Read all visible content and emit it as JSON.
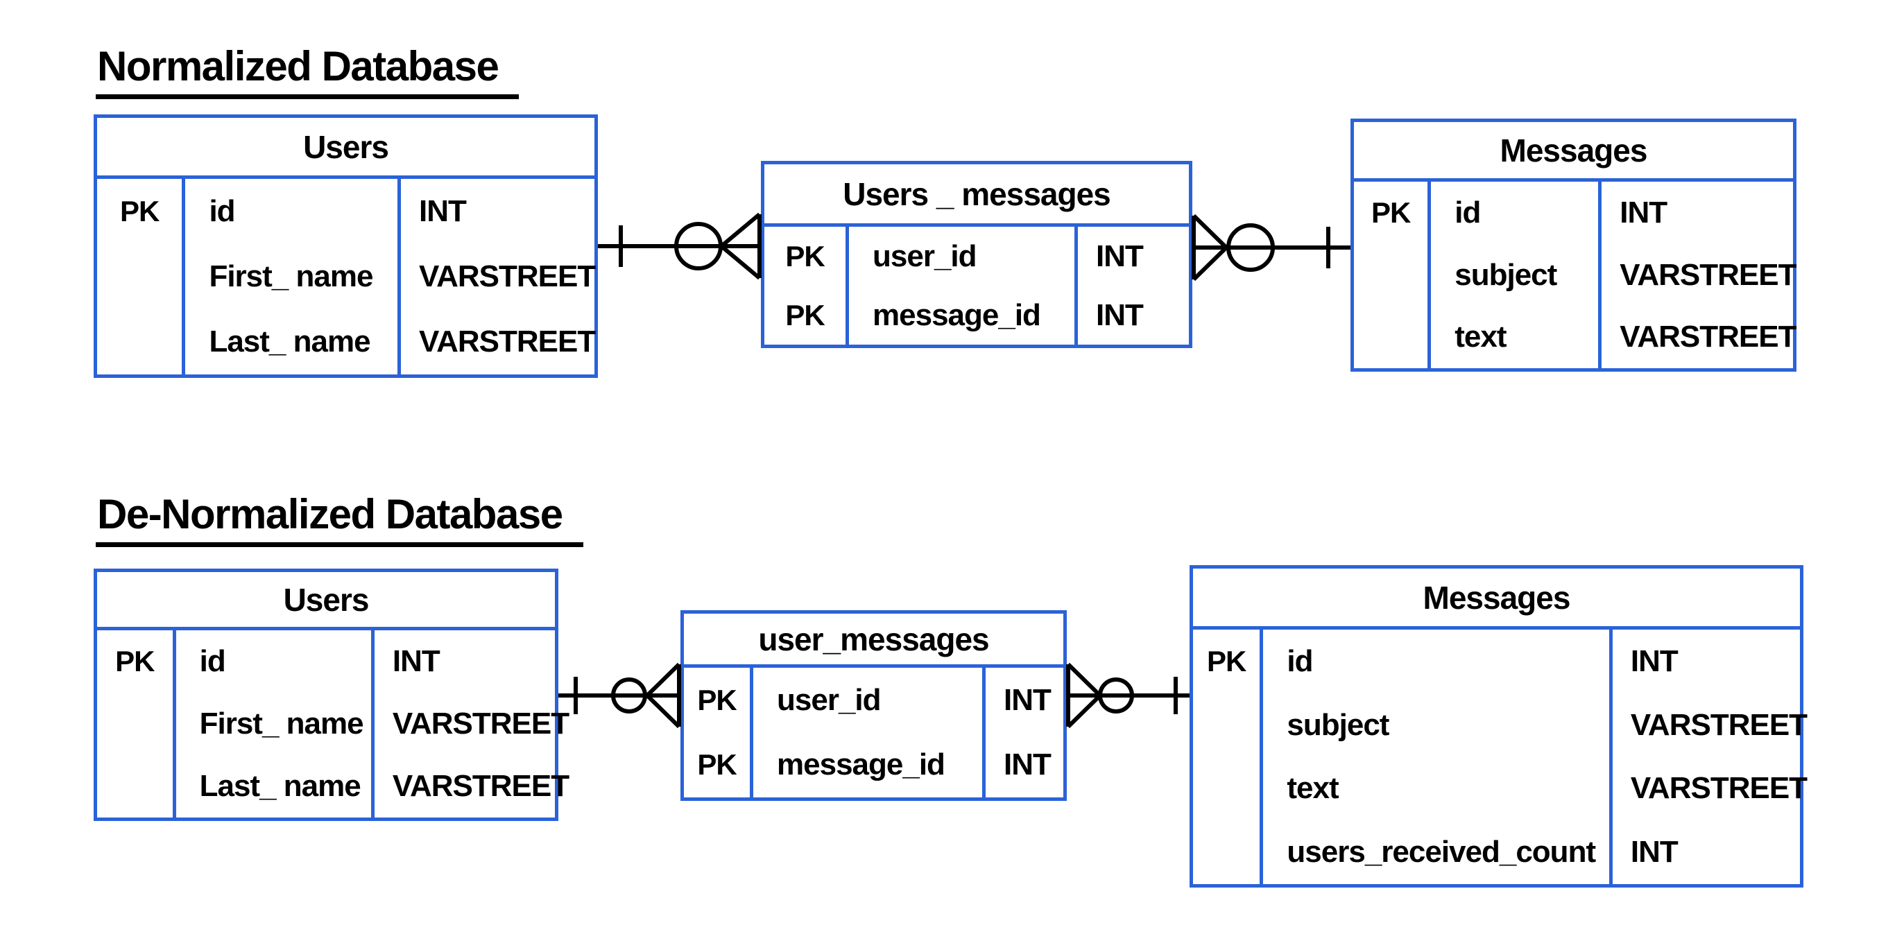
{
  "colors": {
    "table_border": "#2b62d8",
    "connector_line": "#000000",
    "text": "#000000",
    "background": "#ffffff"
  },
  "sections": [
    {
      "title": "Normalized Database"
    },
    {
      "title": "De-Normalized Database"
    }
  ],
  "tables": [
    {
      "title": "Users",
      "rows": [
        {
          "key": "PK",
          "name": "id",
          "type": "INT"
        },
        {
          "key": "",
          "name": "First_ name",
          "type": "VARSTREET"
        },
        {
          "key": "",
          "name": "Last_ name",
          "type": "VARSTREET"
        }
      ]
    },
    {
      "title": "Users _ messages",
      "rows": [
        {
          "key": "PK",
          "name": "user_id",
          "type": "INT"
        },
        {
          "key": "PK",
          "name": "message_id",
          "type": "INT"
        }
      ]
    },
    {
      "title": "Messages",
      "rows": [
        {
          "key": "PK",
          "name": "id",
          "type": "INT"
        },
        {
          "key": "",
          "name": "subject",
          "type": "VARSTREET"
        },
        {
          "key": "",
          "name": "text",
          "type": "VARSTREET"
        }
      ]
    },
    {
      "title": "Users",
      "rows": [
        {
          "key": "PK",
          "name": "id",
          "type": "INT"
        },
        {
          "key": "",
          "name": "First_ name",
          "type": "VARSTREET"
        },
        {
          "key": "",
          "name": "Last_ name",
          "type": "VARSTREET"
        }
      ]
    },
    {
      "title": "user_messages",
      "rows": [
        {
          "key": "PK",
          "name": "user_id",
          "type": "INT"
        },
        {
          "key": "PK",
          "name": "message_id",
          "type": "INT"
        }
      ]
    },
    {
      "title": "Messages",
      "rows": [
        {
          "key": "PK",
          "name": "id",
          "type": "INT"
        },
        {
          "key": "",
          "name": "subject",
          "type": "VARSTREET"
        },
        {
          "key": "",
          "name": "text",
          "type": "VARSTREET"
        },
        {
          "key": "",
          "name": "users_received_count",
          "type": "INT"
        }
      ]
    }
  ],
  "connectors": [
    {
      "from": "Users",
      "to": "Users _ messages",
      "from_symbol": "one-tick",
      "middle_symbol": "zero-circle",
      "to_symbol": "crow-foot-many"
    },
    {
      "from": "Users _ messages",
      "to": "Messages",
      "from_symbol": "crow-foot-many",
      "middle_symbol": "zero-circle",
      "to_symbol": "one-tick"
    },
    {
      "from": "Users",
      "to": "user_messages",
      "from_symbol": "one-tick",
      "middle_symbol": "zero-circle",
      "to_symbol": "crow-foot-many"
    },
    {
      "from": "user_messages",
      "to": "Messages",
      "from_symbol": "crow-foot-many",
      "middle_symbol": "zero-circle",
      "to_symbol": "one-tick"
    }
  ]
}
